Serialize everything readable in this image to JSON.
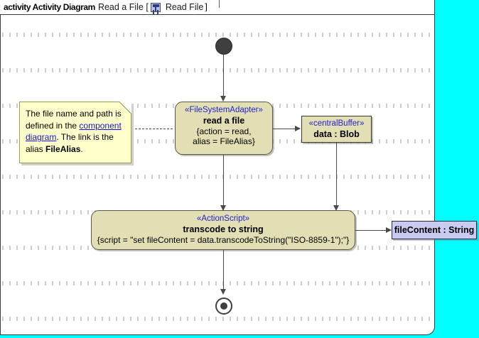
{
  "frame": {
    "keyword": "activity Activity Diagram",
    "name": "Read a File [",
    "icon": "activity-diagram-icon",
    "icon_label": "Read File",
    "close_bracket": "]"
  },
  "note": {
    "text_part1": "The file name and path is defined in the ",
    "link_text": "component diagram",
    "text_part2": ". The link is the alias ",
    "bold_text": "FileAlias",
    "text_part3": "."
  },
  "nodes": {
    "initial": {
      "label": "initial-node"
    },
    "read_a_file": {
      "stereotype": "«FileSystemAdapter»",
      "name": "read a file",
      "props_line1": "{action = read,",
      "props_line2": "alias = FileAlias}"
    },
    "central_buffer": {
      "stereotype": "«centralBuffer»",
      "name": "data : Blob"
    },
    "transcode": {
      "stereotype": "«ActionScript»",
      "name": "transcode to string",
      "script": "{script = \"set fileContent = data.transcodeToString(\"ISO-8859-1\");\"}"
    },
    "file_content": {
      "name": "fileContent : String"
    },
    "final": {
      "label": "activity-final-node"
    }
  },
  "colors": {
    "action_fill": "#e2dfb4",
    "note_fill": "#ffffcc",
    "pin_fill": "#c9cbf0",
    "stereotype_text": "#2222cc",
    "link_text": "#1414c8",
    "canvas_outside": "#00ffff",
    "edge": "#4a4a4a"
  }
}
